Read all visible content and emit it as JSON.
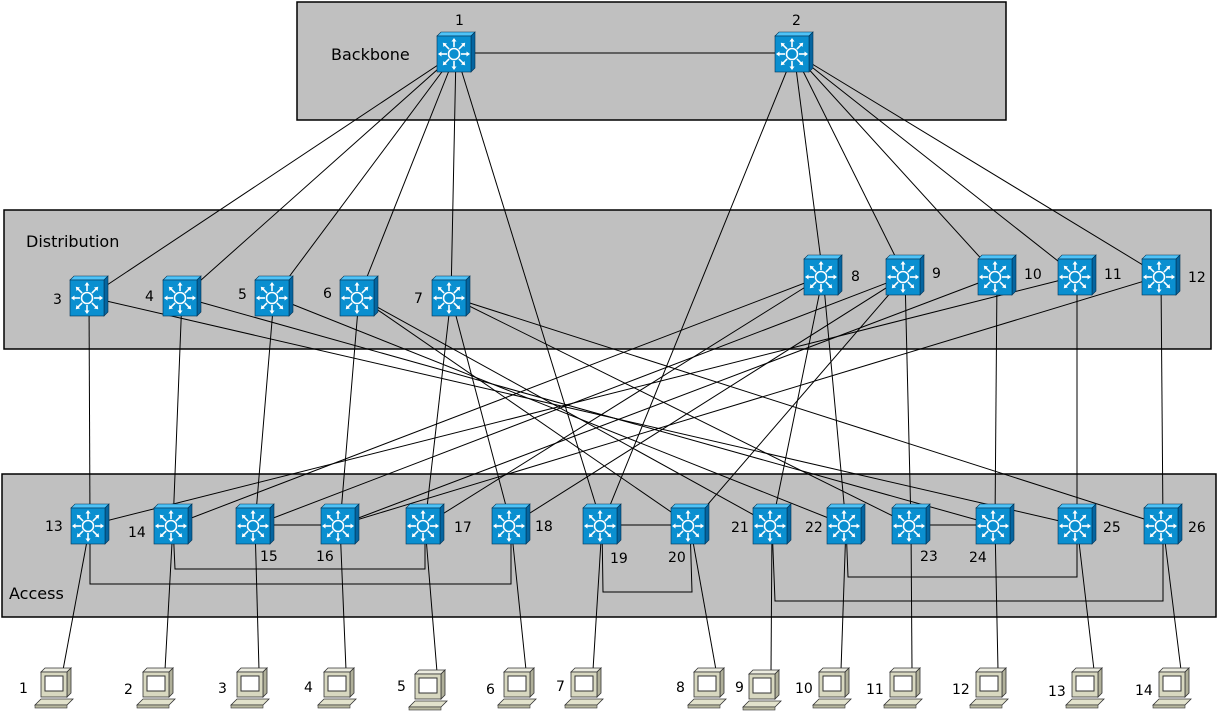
{
  "zones": {
    "backbone": "Backbone",
    "distribution": "Distribution",
    "access": "Access"
  },
  "backbone_switches": [
    "1",
    "2"
  ],
  "distribution_switches": [
    "3",
    "4",
    "5",
    "6",
    "7",
    "8",
    "9",
    "10",
    "11",
    "12"
  ],
  "access_switches": [
    "13",
    "14",
    "15",
    "16",
    "17",
    "18",
    "19",
    "20",
    "21",
    "22",
    "23",
    "24",
    "25",
    "26"
  ],
  "hosts": [
    "1",
    "2",
    "3",
    "4",
    "5",
    "6",
    "7",
    "8",
    "9",
    "10",
    "11",
    "12",
    "13",
    "14"
  ],
  "colors": {
    "zone_fill": "#c0c0c0",
    "switch_top": "#4fc3f7",
    "switch_front": "#0a8fd0",
    "switch_side": "#0565a0",
    "host_body": "#d8d8c0"
  },
  "icons": {
    "switch": "layer3-switch-icon",
    "host": "workstation-icon"
  }
}
